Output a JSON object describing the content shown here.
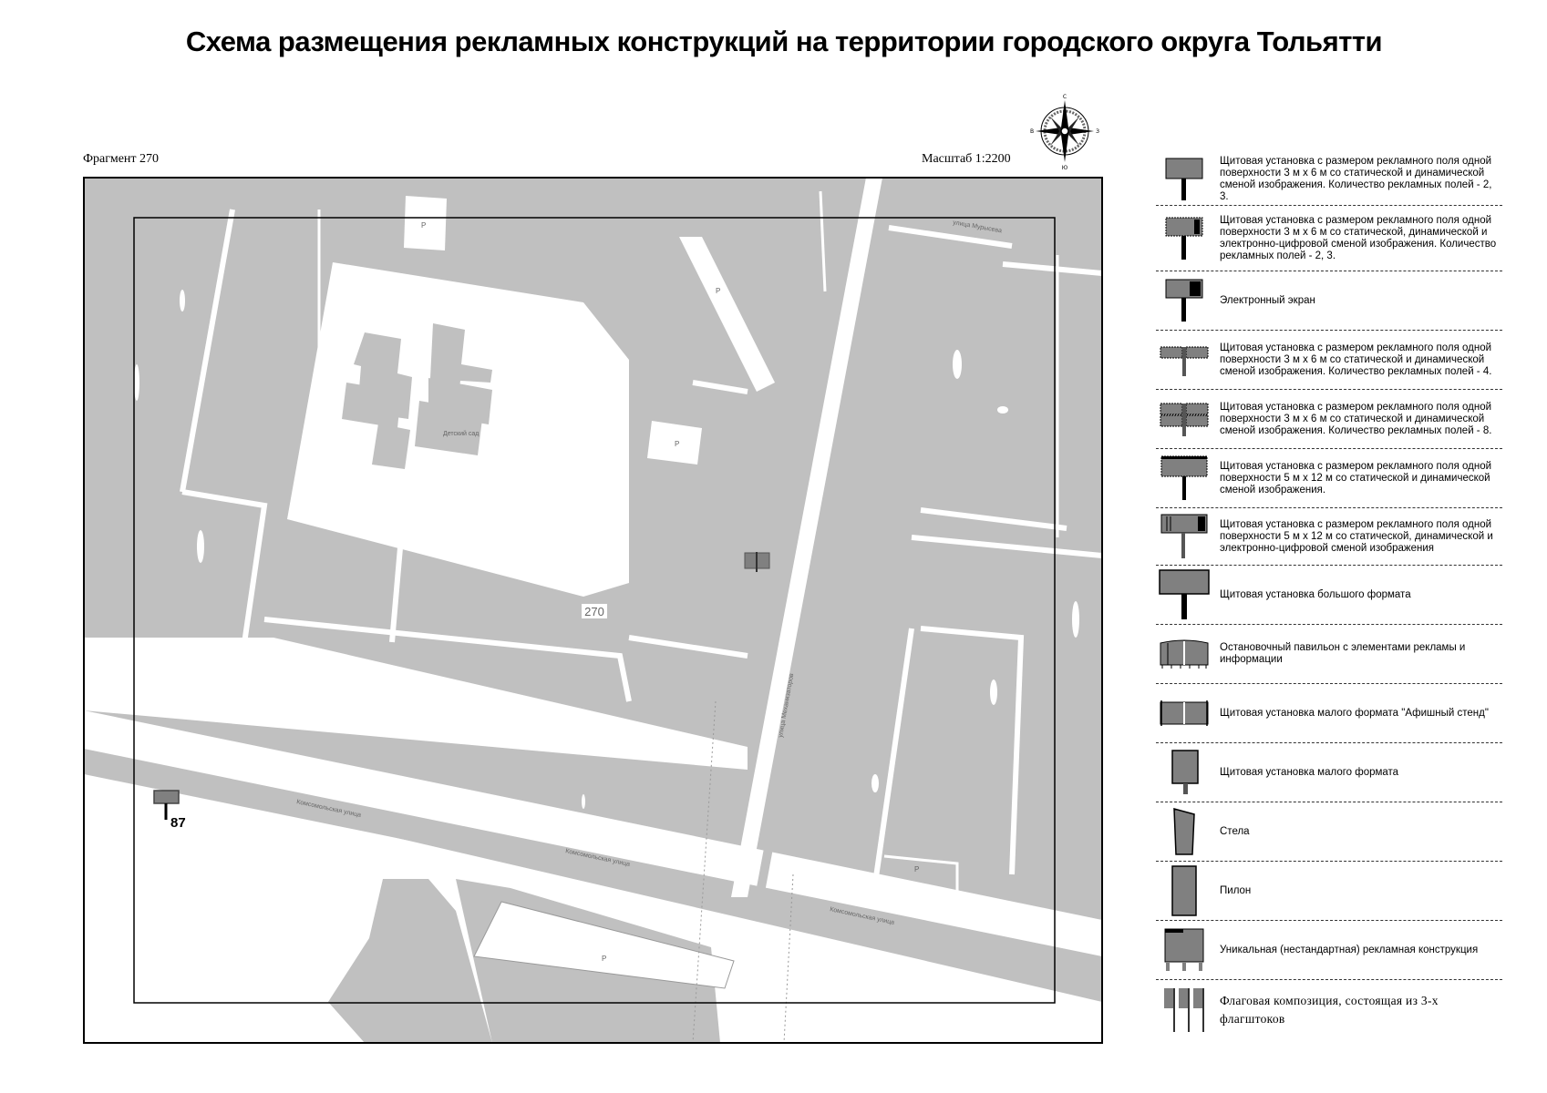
{
  "header": {
    "title": "Схема размещения рекламных конструкций на территории городского округа Тольятти",
    "fragment": "Фрагмент 270",
    "scale": "Масштаб 1:2200"
  },
  "compass": {
    "north": "С",
    "south": "Ю",
    "west": "В",
    "east": "З"
  },
  "map": {
    "fragment_number_label": "270",
    "colors": {
      "block": "#c0c0c0",
      "road": "#ffffff",
      "frame": "#000000",
      "marker": "#808080"
    },
    "streets": [
      {
        "name": "улица Механизаторов"
      },
      {
        "name": "улица Мурысева"
      },
      {
        "name": "Комсомольская улица"
      }
    ],
    "poi": [
      {
        "name": "Детский сад"
      },
      {
        "name": "P"
      }
    ],
    "markers": [
      {
        "id": "87",
        "type": "billboard-3x6"
      }
    ]
  },
  "legend": {
    "items": [
      {
        "icon": "billboard-3x6-icon",
        "text": "Щитовая установка с размером рекламного поля одной поверхности 3 м х 6 м со статической и динамической сменой изображения. Количество рекламных полей - 2, 3."
      },
      {
        "icon": "billboard-3x6-digital-icon",
        "text": "Щитовая установка с размером рекламного поля одной поверхности 3 м х 6 м со статической, динамической и электронно-цифровой сменой изображения. Количество рекламных полей - 2, 3."
      },
      {
        "icon": "electronic-screen-icon",
        "text": "Электронный экран"
      },
      {
        "icon": "billboard-4-fields-icon",
        "text": "Щитовая установка с размером рекламного поля одной поверхности 3 м х 6 м со статической и динамической сменой изображения. Количество рекламных полей - 4."
      },
      {
        "icon": "billboard-8-fields-icon",
        "text": "Щитовая установка с размером рекламного поля одной поверхности 3 м х 6 м со статической и динамической сменой изображения. Количество рекламных полей - 8."
      },
      {
        "icon": "billboard-5x12-icon",
        "text": "Щитовая установка с размером рекламного поля одной поверхности 5 м х 12 м со статической и динамической сменой изображения."
      },
      {
        "icon": "billboard-5x12-digital-icon",
        "text": "Щитовая установка с размером рекламного поля одной поверхности 5 м х 12 м со статической, динамической и электронно-цифровой сменой изображения"
      },
      {
        "icon": "large-format-billboard-icon",
        "text": "Щитовая установка большого формата"
      },
      {
        "icon": "bus-stop-pavilion-icon",
        "text": "Остановочный павильон с элементами рекламы и информации"
      },
      {
        "icon": "poster-stand-icon",
        "text": "Щитовая установка малого формата \"Афишный стенд\""
      },
      {
        "icon": "small-format-billboard-icon",
        "text": "Щитовая установка малого формата"
      },
      {
        "icon": "stela-icon",
        "text": "Стела"
      },
      {
        "icon": "pylon-icon",
        "text": "Пилон"
      },
      {
        "icon": "unique-construction-icon",
        "text": "Уникальная (нестандартная) рекламная конструкция"
      },
      {
        "icon": "flag-composition-icon",
        "text": "Флаговая композиция, состоящая из 3-х флагштоков"
      }
    ]
  }
}
